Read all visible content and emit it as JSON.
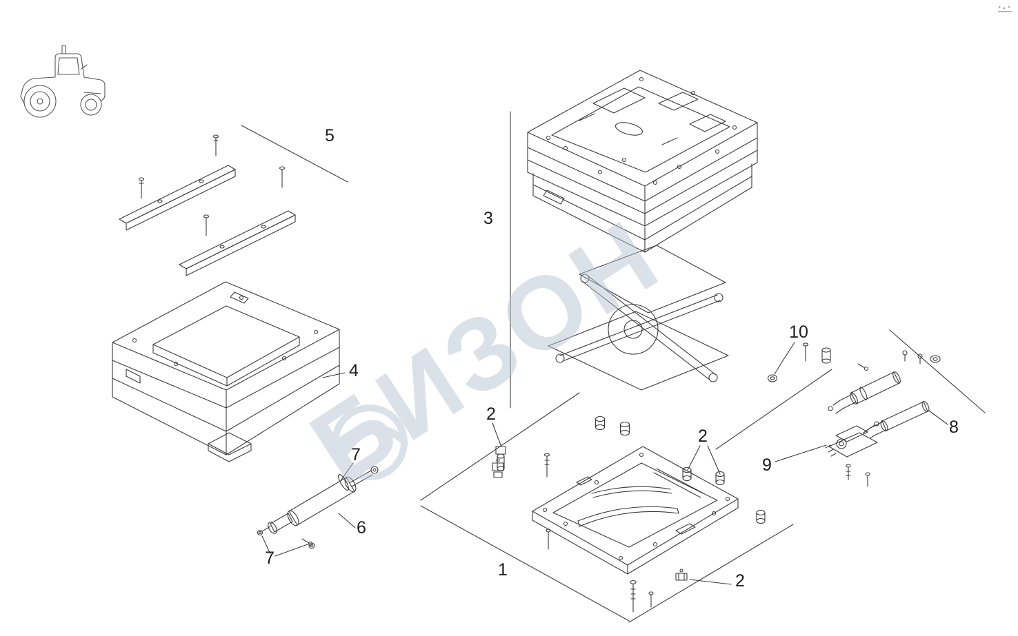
{
  "page": {
    "background": "#ffffff",
    "drawing_color": "#3a3a3a"
  },
  "brand": {
    "icon": "tractor-icon"
  },
  "watermark": {
    "text": "БИЗОН",
    "color": "#b7c5d3"
  },
  "callouts": [
    {
      "label": "5"
    },
    {
      "label": "3"
    },
    {
      "label": "10"
    },
    {
      "label": "4"
    },
    {
      "label": "2"
    },
    {
      "label": "8"
    },
    {
      "label": "2"
    },
    {
      "label": "7"
    },
    {
      "label": "9"
    },
    {
      "label": "6"
    },
    {
      "label": "7"
    },
    {
      "label": "1"
    },
    {
      "label": "2"
    }
  ]
}
